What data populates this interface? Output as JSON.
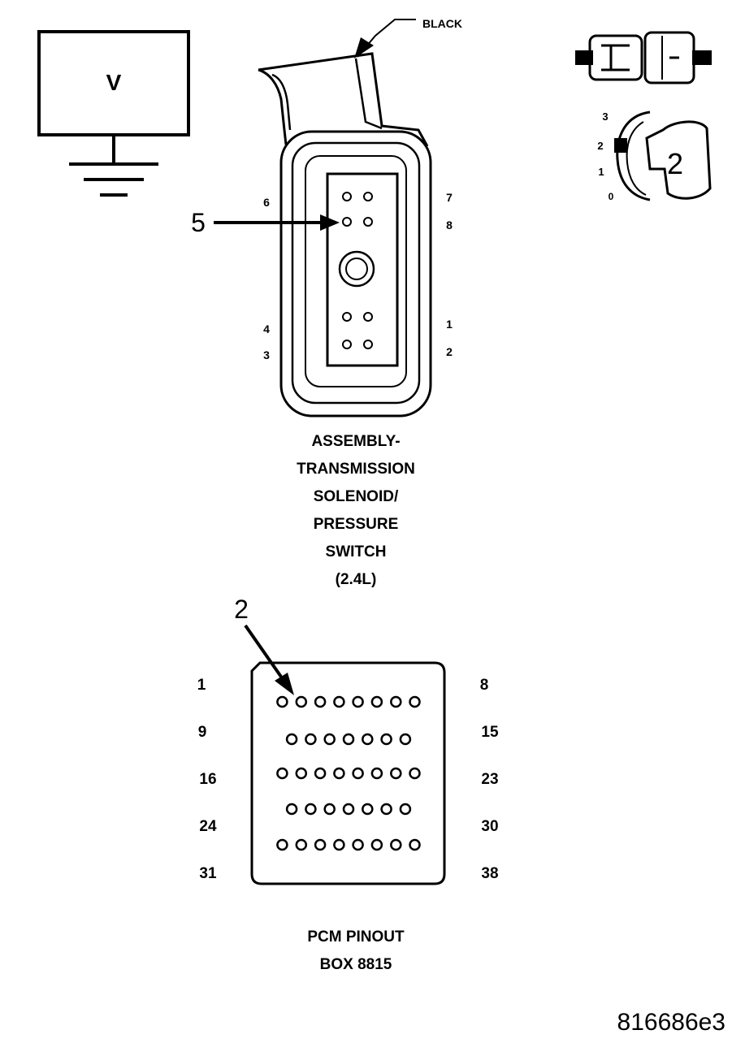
{
  "meter": {
    "symbol": "V"
  },
  "connector": {
    "wire_color_label": "BLACK",
    "callout": "5",
    "pins": {
      "top_left": "6",
      "top_right": "7",
      "second_left": "5",
      "second_right": "8",
      "bottom_left_upper": "4",
      "bottom_right_upper": "1",
      "bottom_left": "3",
      "bottom_right": "2"
    },
    "title_lines": [
      "ASSEMBLY-",
      "TRANSMISSION",
      "SOLENOID/",
      "PRESSURE",
      "SWITCH",
      "(2.4L)"
    ]
  },
  "key_switch": {
    "positions": [
      "3",
      "2",
      "1",
      "0"
    ],
    "selected": "2"
  },
  "pcm": {
    "callout": "2",
    "row_labels_left": [
      "1",
      "9",
      "16",
      "24",
      "31"
    ],
    "row_labels_right": [
      "8",
      "15",
      "23",
      "30",
      "38"
    ],
    "pins_per_row": [
      8,
      7,
      8,
      7,
      8
    ],
    "title_lines": [
      "PCM PINOUT",
      "BOX 8815"
    ]
  },
  "figure_id": "816686e3"
}
